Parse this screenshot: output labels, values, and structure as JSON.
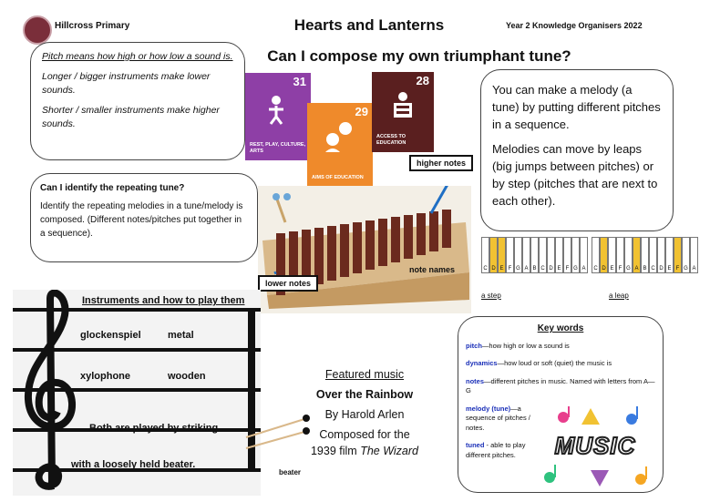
{
  "header": {
    "school": "Hillcross Primary",
    "title": "Hearts and Lanterns",
    "year": "Year 2 Knowledge Organisers 2022",
    "question": "Can I compose my own triumphant tune?"
  },
  "pitch_box": {
    "lines": [
      "Pitch means how high or how low a sound is.",
      "Longer / bigger instruments make lower sounds.",
      "Shorter / smaller instruments make higher sounds."
    ]
  },
  "repeat_box": {
    "heading": "Can I identify the repeating tune?",
    "text": "Identify the repeating melodies in a tune/melody is composed. (Different notes/pitches put together in a sequence)."
  },
  "melody_box": {
    "p1": "You can make a melody (a tune) by putting different pitches in a sequence.",
    "p2": "Melodies can move by leaps (big jumps between pitches) or by step (pitches that are next to each other)."
  },
  "sdg": [
    {
      "num": "31",
      "label": "REST, PLAY, CULTURE, ARTS",
      "color": "#8e3fa6"
    },
    {
      "num": "29",
      "label": "AIMS OF EDUCATION",
      "color": "#ef8a2b"
    },
    {
      "num": "28",
      "label": "ACCESS TO EDUCATION",
      "color": "#5a1f1f"
    }
  ],
  "xylophone": {
    "higher": "higher notes",
    "lower": "lower notes",
    "names": "note names"
  },
  "keyboards": {
    "step_label": "a step",
    "leap_label": "a leap",
    "letters": [
      "C",
      "D",
      "E",
      "F",
      "G",
      "A",
      "B",
      "C",
      "D",
      "E",
      "F",
      "G",
      "A"
    ]
  },
  "instruments": {
    "heading": "Instruments and how to play them",
    "row1a": "glockenspiel",
    "row1b": "metal",
    "row2a": "xylophone",
    "row2b": "wooden",
    "line3": "Both are played by striking",
    "line4": "with a loosely held beater.",
    "beater": "beater"
  },
  "featured": {
    "heading": "Featured music",
    "song": "Over the Rainbow",
    "by": "By Harold Arlen",
    "composed": "Composed for the",
    "film_prefix": "1939 film",
    "film": "The Wizard"
  },
  "keywords": {
    "heading": "Key words",
    "items": [
      {
        "term": "pitch",
        "def": "—how high or low a sound is"
      },
      {
        "term": "dynamics",
        "def": "—how loud or soft (quiet) the music is"
      },
      {
        "term": "notes",
        "def": "—different pitches in music.  Named with letters from A—G"
      },
      {
        "term": "melody (tune)",
        "def": "—a sequence of pitches / notes."
      },
      {
        "term": "tuned",
        "def": " - able to play different pitches."
      }
    ]
  },
  "music_logo": "MUSIC"
}
